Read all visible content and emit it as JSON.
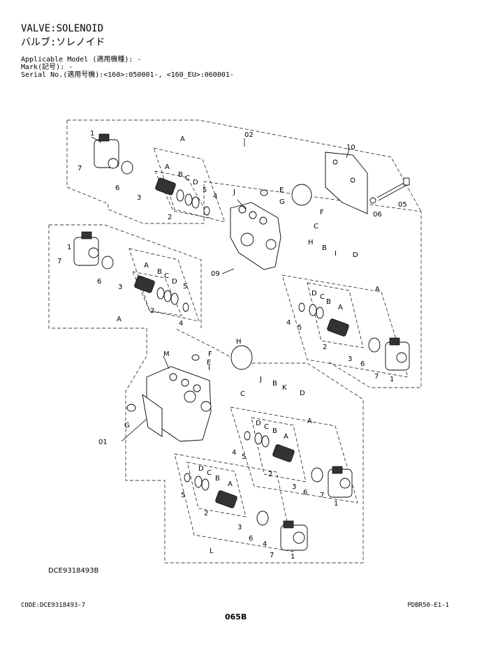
{
  "header": {
    "title": "VALVE:SOLENOID",
    "title_ja": "バルブ:ソレノイド",
    "applicable_model": "Applicable Model (適用機種): -",
    "mark": "Mark(記号): -",
    "serial": "Serial No.(適用号機):<160>:050001-, <160_EU>:060001-"
  },
  "diagram": {
    "reference": "DCE9318493B",
    "labels": {
      "n1": "1",
      "n7": "7",
      "n6": "6",
      "n3": "3",
      "n2": "2",
      "n5": "5",
      "n4": "4",
      "A": "A",
      "B": "B",
      "C": "C",
      "D": "D",
      "E": "E",
      "F": "F",
      "G": "G",
      "H": "H",
      "I": "I",
      "J": "J",
      "K": "K",
      "L": "L",
      "M": "M",
      "n01": "01",
      "n02": "02",
      "n05": "05",
      "n06": "06",
      "n09": "09",
      "n10": "10"
    }
  },
  "footer": {
    "code": "CODE:DCE9318493-7",
    "page": "065B",
    "doc_ref": "PDBR50-E1-1"
  }
}
